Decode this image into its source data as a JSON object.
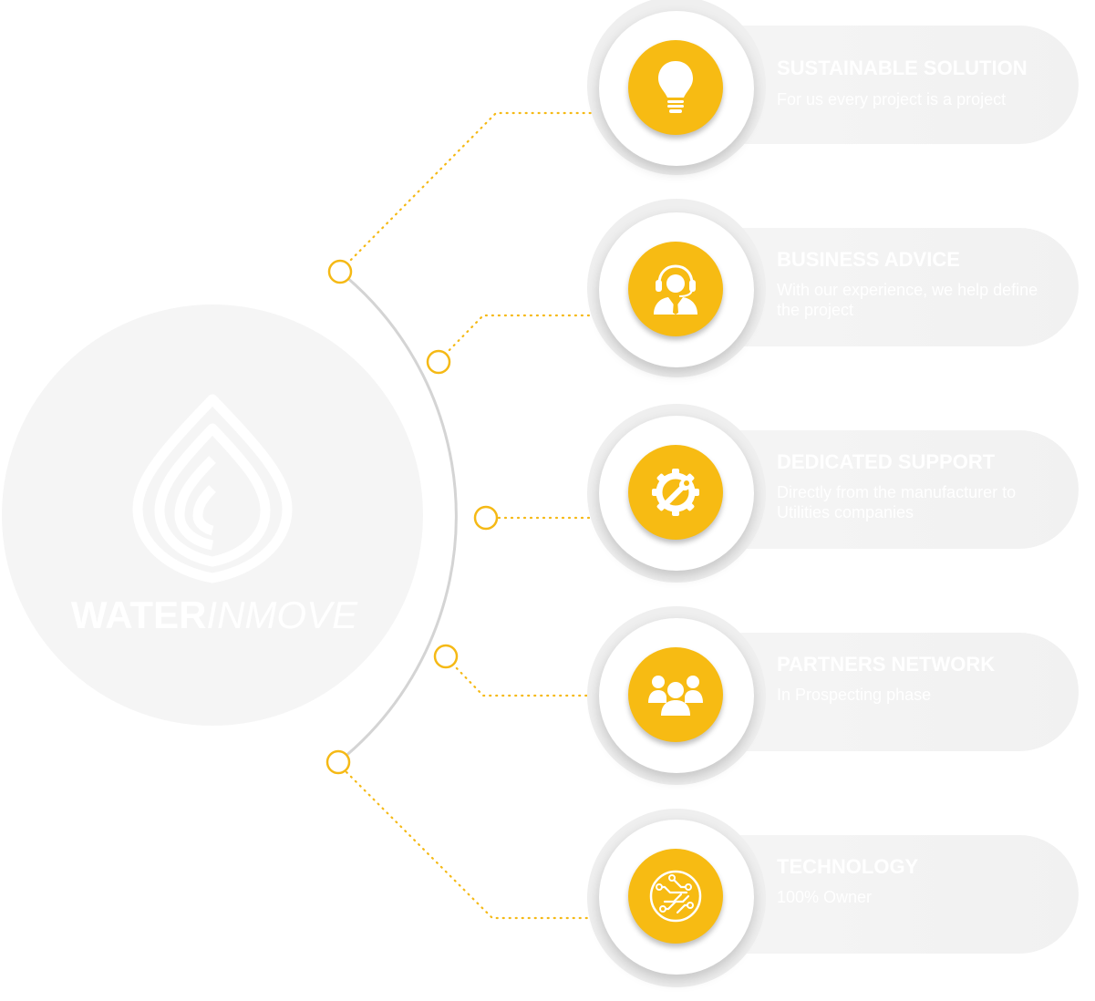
{
  "brand": {
    "name_bold": "WATER",
    "name_light": "INMOVE",
    "mark_icon": "water-drop-logo-icon"
  },
  "colors": {
    "accent": "#f7bb13",
    "card_bg": "#f3f3f3",
    "logo_bg": "#f5f5f5",
    "arc": "#d4d4d4",
    "text": "#ffffff"
  },
  "items": [
    {
      "title": "SUSTAINABLE SOLUTION",
      "description": "For us every project is a project",
      "icon": "lightbulb-icon"
    },
    {
      "title": "BUSINESS ADVICE",
      "description": "With our experience, we help define the project",
      "icon": "headset-agent-icon"
    },
    {
      "title": "DEDICATED SUPPORT",
      "description": "Directly from the manufacturer to Utilities companies",
      "icon": "gear-wrench-icon"
    },
    {
      "title": "PARTNERS NETWORK",
      "description": "In Prospecting phase",
      "icon": "group-people-icon"
    },
    {
      "title": "TECHNOLOGY",
      "description": "100% Owner",
      "icon": "circuit-chip-icon"
    }
  ]
}
